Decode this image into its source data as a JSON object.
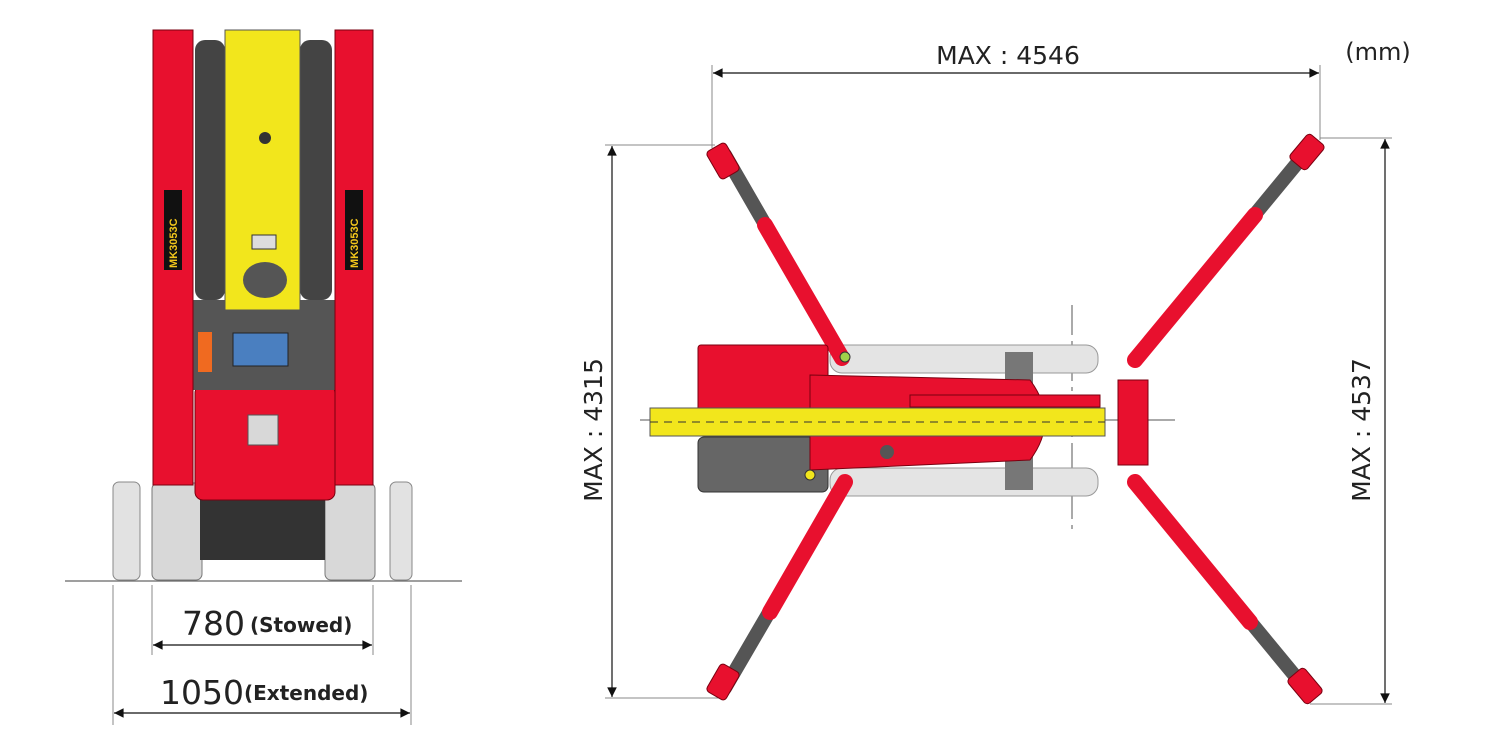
{
  "front_view": {
    "model_label": "MK3053C",
    "stowed_value": "780",
    "stowed_label": "(Stowed)",
    "extended_value": "1050",
    "extended_label": "(Extended)"
  },
  "top_view": {
    "unit": "(mm)",
    "max_width": "MAX : 4546",
    "max_left_height": "MAX : 4315",
    "max_right_height": "MAX : 4537"
  },
  "colors": {
    "red": "#e8102e",
    "yellow": "#f2e61c",
    "gray": "#5a5a5a",
    "light_gray": "#d8d8d8"
  }
}
